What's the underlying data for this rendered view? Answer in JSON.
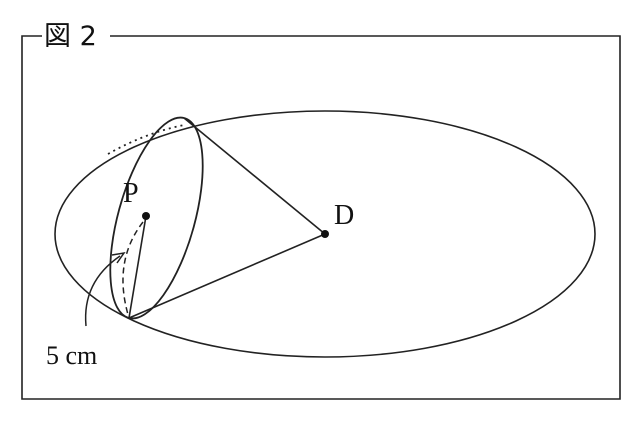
{
  "figure": {
    "title": "図 2",
    "points": {
      "p": "P",
      "d": "D"
    },
    "measurement": "5 cm"
  }
}
